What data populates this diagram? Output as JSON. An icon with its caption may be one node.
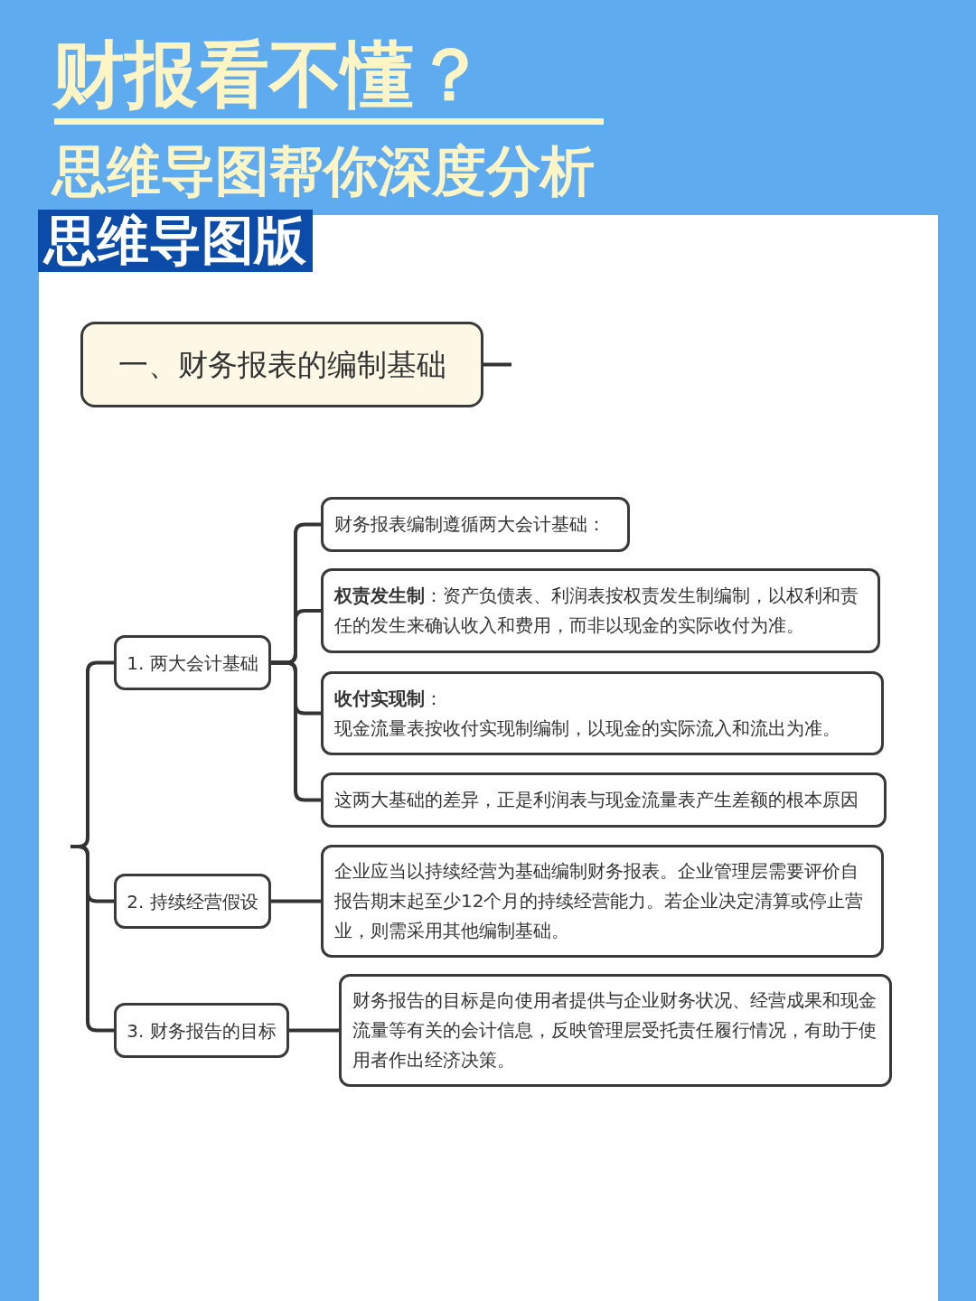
{
  "diagram": {
    "title": "财报看不懂？",
    "nodes": [
      {
        "text": [
          "一、财务报表的编制基础"
        ]
      },
      {
        "text": [
          "1. 两大会计基础"
        ]
      },
      {
        "text": [
          "财务报表编制遵循两大会计基础："
        ]
      },
      {
        "text": [
          "**权责发生制**：资产负债表、利润表按权责发生制编制，以权利和责任的发生来确认收入和费用，而非以现金的实际收付为准。"
        ]
      },
      {
        "text": [
          "**收付实现制**：",
          "现金流量表按收付实现制编制，以现金的实际流入和流出为准。"
        ]
      },
      {
        "text": [
          "这两大基础的差异，正是利润表与现金流量表产生差额的根本原因"
        ]
      },
      {
        "text": [
          "2. 持续经营假设"
        ]
      },
      {
        "text": [
          "企业应当以持续经营为基础编制财务报表。企业管理层需要评价自报告期末起至少12个月的持续经营能力。若企业决定清算或停止营业，则需采用其他编制基础。"
        ]
      },
      {
        "text": [
          "3. 财务报告的目标"
        ]
      },
      {
        "text": [
          "财务报告的目标是向使用者提供与企业财务状况、经营成果和现金流量等有关的会计信息，反映管理层受托责任履行情况，有助于使用者作出经济决策。"
        ]
      }
    ],
    "edges": [
      {
        "from": 0,
        "to": null,
        "arrow": "none"
      },
      {
        "from": null,
        "to": 1,
        "arrow": "none"
      },
      {
        "from": null,
        "to": 6,
        "arrow": "none"
      },
      {
        "from": null,
        "to": 8,
        "arrow": "none"
      },
      {
        "from": 1,
        "to": 2,
        "arrow": "none"
      },
      {
        "from": 1,
        "to": 3,
        "arrow": "none"
      },
      {
        "from": 1,
        "to": 4,
        "arrow": "none"
      },
      {
        "from": 1,
        "to": 5,
        "arrow": "none"
      },
      {
        "from": 6,
        "to": 7,
        "arrow": "none"
      },
      {
        "from": 8,
        "to": 9,
        "arrow": "none"
      }
    ],
    "labels": [
      "思维导图帮你深度分析",
      "思维导图版"
    ]
  }
}
